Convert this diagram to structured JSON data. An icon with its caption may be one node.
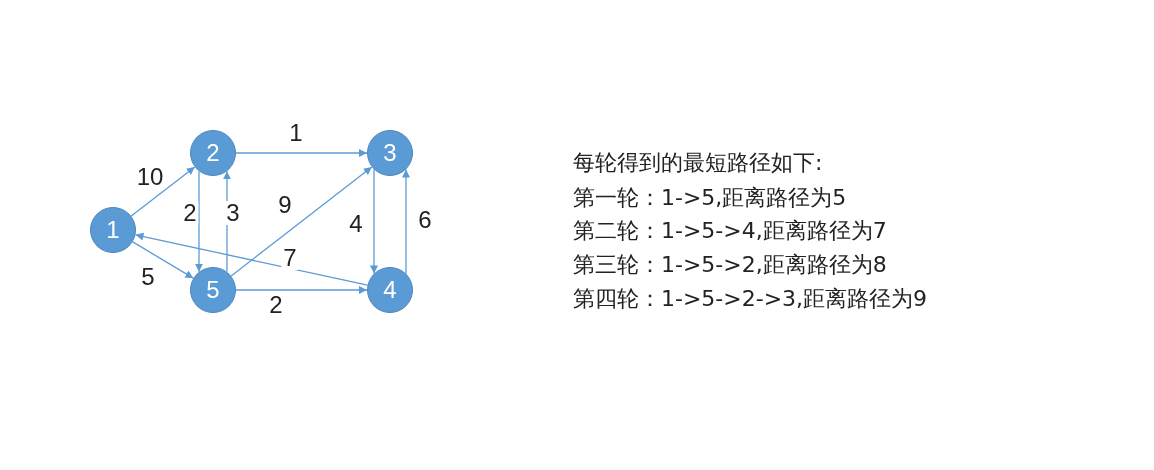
{
  "diagram": {
    "nodes": [
      {
        "text": [
          "1"
        ]
      },
      {
        "text": [
          "2"
        ]
      },
      {
        "text": [
          "3"
        ]
      },
      {
        "text": [
          "4"
        ]
      },
      {
        "text": [
          "5"
        ]
      }
    ],
    "edges": [
      {
        "from": 0,
        "to": 1,
        "arrow": "to",
        "label": "10"
      },
      {
        "from": 0,
        "to": 4,
        "arrow": "to",
        "label": "5"
      },
      {
        "from": 1,
        "to": 2,
        "arrow": "to",
        "label": "1"
      },
      {
        "from": 1,
        "to": 4,
        "arrow": "to",
        "label": "2"
      },
      {
        "from": 4,
        "to": 1,
        "arrow": "to",
        "label": "3"
      },
      {
        "from": 4,
        "to": 2,
        "arrow": "to",
        "label": "9"
      },
      {
        "from": 2,
        "to": 3,
        "arrow": "to",
        "label": "4"
      },
      {
        "from": 3,
        "to": 2,
        "arrow": "to",
        "label": "6"
      },
      {
        "from": 3,
        "to": 0,
        "arrow": "to",
        "label": "7"
      },
      {
        "from": 4,
        "to": 3,
        "arrow": "to",
        "label": "2"
      }
    ],
    "labels": [
      "每轮得到的最短路径如下:",
      "第一轮：1->5,距离路径为5",
      "第二轮：1->5->4,距离路径为7",
      "第三轮：1->5->2,距离路径为8",
      "第四轮：1->5->2->3,距离路径为9"
    ]
  }
}
